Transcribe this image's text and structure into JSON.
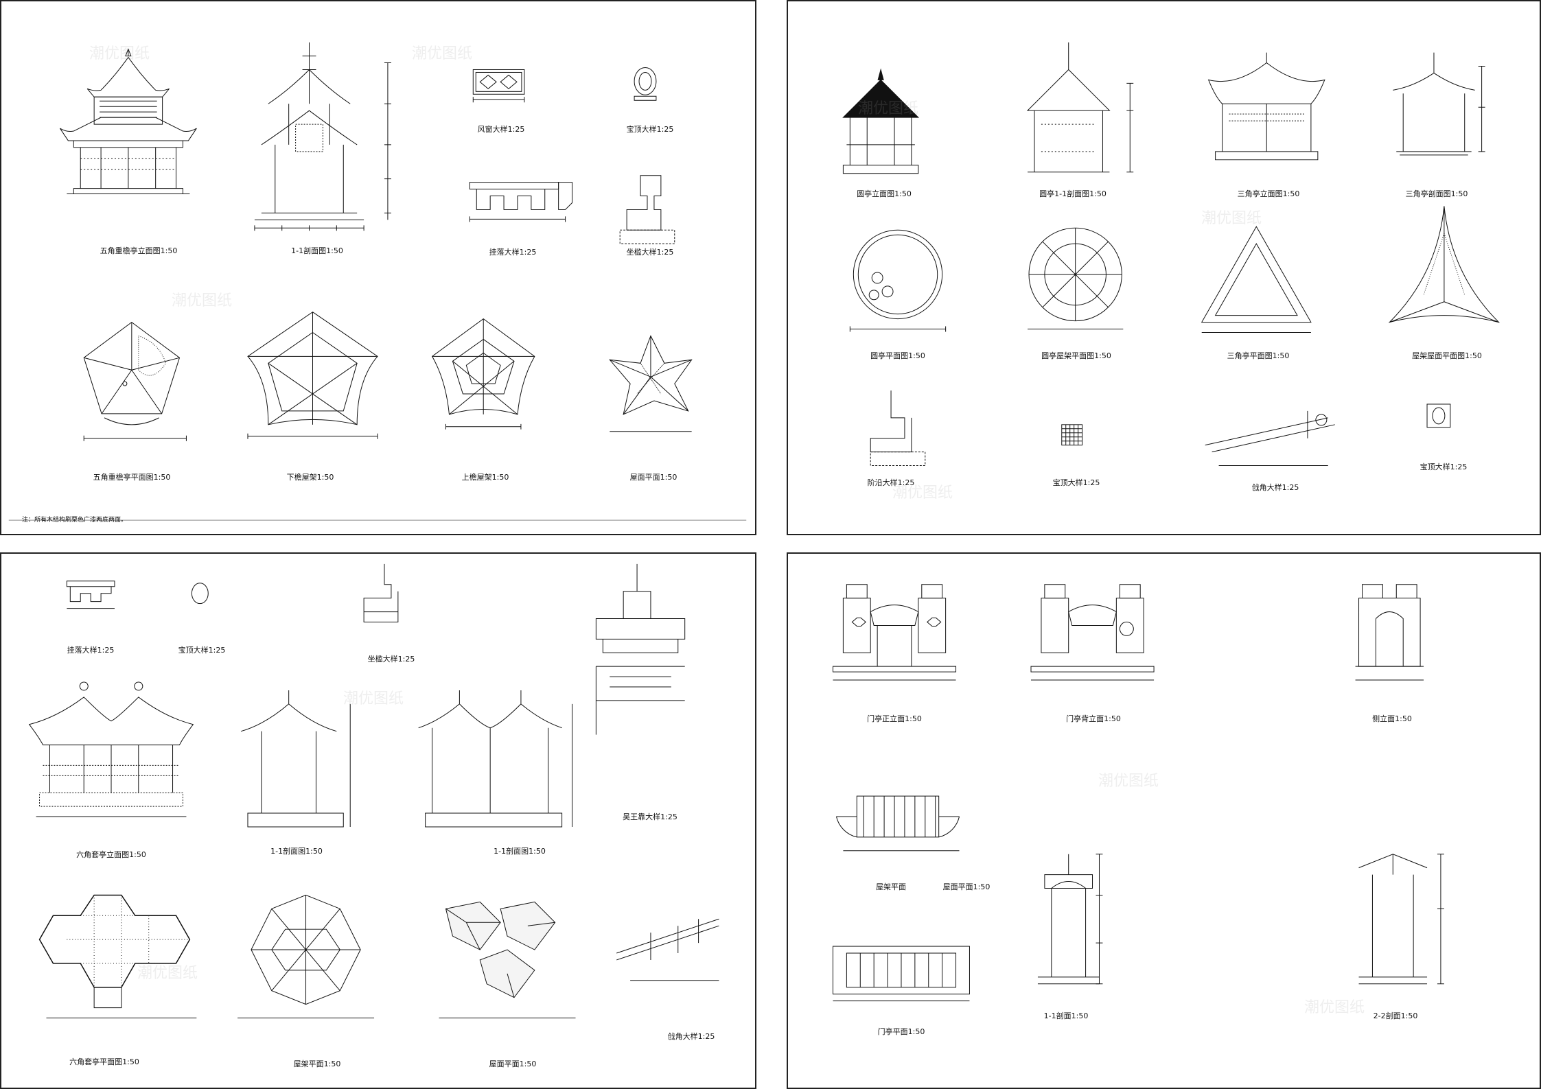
{
  "watermark": "潮优图纸",
  "sheets": [
    {
      "note": "注：所有木结构刷栗色广漆两底两面。",
      "captions": [
        "五角重檐亭立面图1:50",
        "1-1剖面图1:50",
        "风窗大样1:25",
        "宝顶大样1:25",
        "挂落大样1:25",
        "坐槛大样1:25",
        "五角重檐亭平面图1:50",
        "下檐屋架1:50",
        "上檐屋架1:50",
        "屋面平面1:50"
      ]
    },
    {
      "captions": [
        "圆亭立面图1:50",
        "圆亭1-1剖面图1:50",
        "三角亭立面图1:50",
        "三角亭剖面图1:50",
        "圆亭平面图1:50",
        "圆亭屋架平面图1:50",
        "三角亭平面图1:50",
        "屋架屋面平面图1:50",
        "阶沿大样1:25",
        "宝顶大样1:25",
        "戗角大样1:25",
        "宝顶大样1:25"
      ]
    },
    {
      "captions": [
        "挂落大样1:25",
        "宝顶大样1:25",
        "坐槛大样1:25",
        "吴王靠大样1:25",
        "六角套亭立面图1:50",
        "1-1剖面图1:50",
        "1-1剖面图1:50",
        "六角套亭平面图1:50",
        "屋架平面1:50",
        "屋面平面1:50",
        "戗角大样1:25"
      ]
    },
    {
      "captions": [
        "门亭正立面1:50",
        "门亭背立面1:50",
        "侧立面1:50",
        "屋架平面",
        "屋面平面1:50",
        "1-1剖面1:50",
        "2-2剖面1:50",
        "门亭平面1:50"
      ]
    }
  ]
}
